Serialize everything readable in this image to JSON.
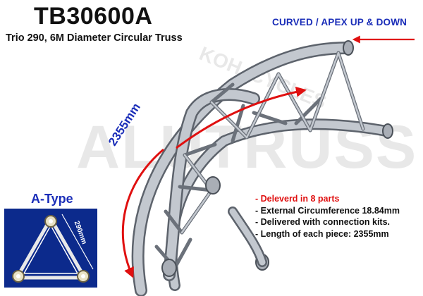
{
  "header": {
    "model": "TB30600A",
    "subtitle": "Trio 290, 6M Diameter Circular Truss",
    "orientation_note": "CURVED / APEX UP & DOWN"
  },
  "watermark": {
    "brand": "ALUTRUSS",
    "secondary": "KOH. CYCLES"
  },
  "illustration": {
    "piece_length": "2355mm",
    "truss_color": "#b4b9c2",
    "arrow_color": "#e01010",
    "callout_color": "#1a2db8"
  },
  "cross_section": {
    "type_label": "A-Type",
    "dimension": "290mm",
    "panel_color": "#0c2a8c"
  },
  "specs": [
    "- Deleverd in 8 parts",
    "- External Circumference 18.84mm",
    "- Delivered with connection kits.",
    "- Length of each piece: 2355mm"
  ]
}
